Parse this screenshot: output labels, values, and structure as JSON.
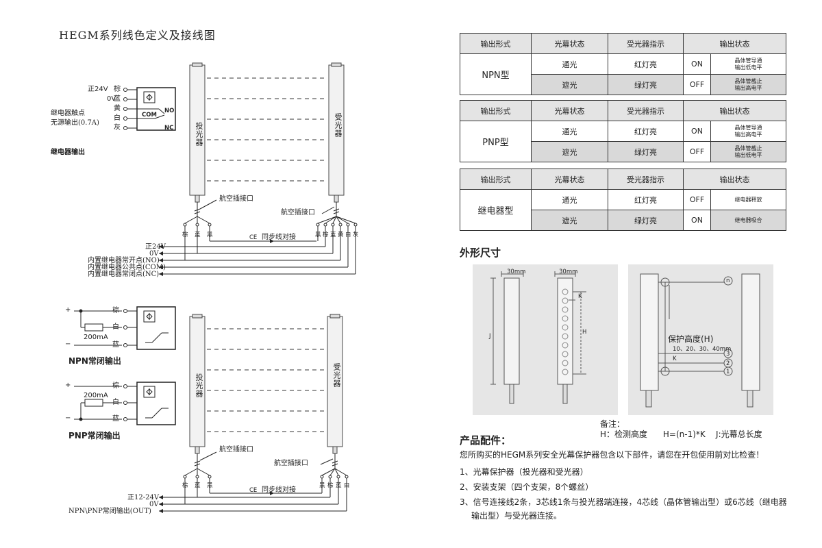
{
  "left": {
    "title": "HEGM系列线色定义及接线图",
    "relay": {
      "wires": [
        "棕",
        "蓝",
        "黄",
        "白",
        "灰"
      ],
      "v24": "正24V",
      "v0": "0V",
      "contact": "继电器触点",
      "contact2": "无源输出(0.7A)",
      "com": "COM",
      "no": "NO",
      "nc": "NC",
      "caption": "继电器输出",
      "emitter": "投光器",
      "receiver": "受光器",
      "plug": "航空插接口",
      "emitter_wires": [
        "棕",
        "蓝",
        "黑"
      ],
      "receiver_wires": [
        "黑",
        "棕",
        "蓝",
        "黄",
        "白",
        "灰"
      ],
      "ce": "CE",
      "sync": "同步线对接",
      "out_labels": [
        "正24V",
        "0V",
        "内置继电器常开点(NO)",
        "内置继电器公共点(COM)",
        "内置继电器常闭点(NC)"
      ]
    },
    "npn_pnp": {
      "npn_wires": [
        "棕",
        "白",
        "蓝"
      ],
      "pnp_wires": [
        "棕",
        "白",
        "蓝"
      ],
      "plus": "+",
      "minus": "−",
      "current": "200mA",
      "npn_caption": "NPN常闭输出",
      "pnp_caption": "PNP常闭输出",
      "emitter": "投光器",
      "receiver": "受光器",
      "plug": "航空插接口",
      "emitter_wires": [
        "棕",
        "蓝",
        "黑"
      ],
      "receiver_wires": [
        "黑",
        "棕",
        "蓝",
        "白"
      ],
      "ce": "CE",
      "sync": "同步线对接",
      "out_labels": [
        "正12-24V",
        "0V",
        "NPN\\PNP常闭输出(OUT)"
      ]
    }
  },
  "tables": [
    {
      "headers": [
        "输出形式",
        "光幕状态",
        "受光器指示",
        "输出状态"
      ],
      "type": "NPN型",
      "rows": [
        {
          "state": "通光",
          "led": "红灯亮",
          "onoff": "ON",
          "desc1": "晶体管导通",
          "desc2": "输出低电平"
        },
        {
          "state": "遮光",
          "led": "绿灯亮",
          "onoff": "OFF",
          "desc1": "晶体管截止",
          "desc2": "输出高电平"
        }
      ]
    },
    {
      "headers": [
        "输出形式",
        "光幕状态",
        "受光器指示",
        "输出状态"
      ],
      "type": "PNP型",
      "rows": [
        {
          "state": "通光",
          "led": "红灯亮",
          "onoff": "ON",
          "desc1": "晶体管导通",
          "desc2": "输出高电平"
        },
        {
          "state": "遮光",
          "led": "绿灯亮",
          "onoff": "OFF",
          "desc1": "晶体管截止",
          "desc2": "输出低电平"
        }
      ]
    },
    {
      "headers": [
        "输出形式",
        "光幕状态",
        "受光器指示",
        "输出状态"
      ],
      "type": "继电器型",
      "rows": [
        {
          "state": "通光",
          "led": "红灯亮",
          "onoff": "OFF",
          "desc1": "继电器释放",
          "desc2": ""
        },
        {
          "state": "遮光",
          "led": "绿灯亮",
          "onoff": "ON",
          "desc1": "继电器吸合",
          "desc2": ""
        }
      ]
    }
  ],
  "dims": {
    "title": "外形尺寸",
    "w30a": "30mm",
    "w30b": "30mm",
    "k": "K",
    "h": "H",
    "j": "J",
    "n": "n",
    "prot": "保护高度(H)",
    "steps": "10、20、30、40mm",
    "k2": "K",
    "nums": [
      "3",
      "2",
      "1"
    ]
  },
  "notes": {
    "label": "备注：",
    "text": "H：检测高度      H=(n-1)*K    J:光幕总长度"
  },
  "accessories": {
    "title": "产品配件：",
    "intro": "您所购买的HEGM系列安全光幕保护器包含以下部件，请您在开包使用前对比检查！",
    "items": [
      "1、光幕保护器（投光器和受光器）",
      "2、安装支架（四个支架，8个螺丝）",
      "3、信号连接线2条，3芯线1条与投光器端连接，4芯线（晶体管输出型）或6芯线（继电器",
      "输出型）与受光器连接。"
    ]
  }
}
